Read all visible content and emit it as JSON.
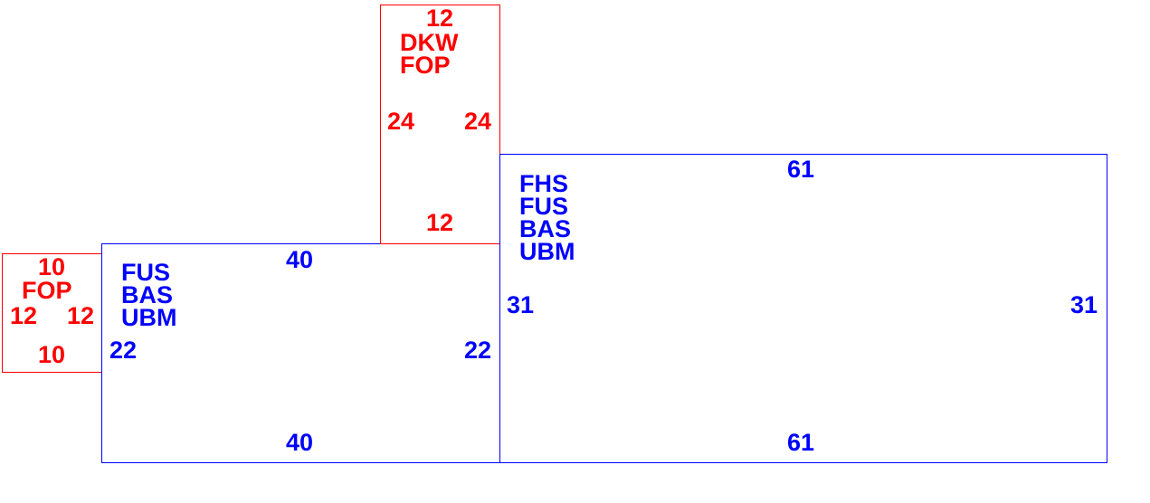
{
  "colors": {
    "red": "#ff0000",
    "blue": "#0000ff"
  },
  "boxes": {
    "small_red": {
      "top": "10",
      "bottom": "10",
      "left": "12",
      "right": "12",
      "labels": [
        "FOP"
      ]
    },
    "left_blue": {
      "top": "40",
      "bottom": "40",
      "left": "22",
      "right": "22",
      "labels": [
        "FUS",
        "BAS",
        "UBM"
      ]
    },
    "top_red": {
      "top": "12",
      "bottom": "12",
      "left": "24",
      "right": "24",
      "labels": [
        "DKW",
        "FOP"
      ]
    },
    "right_blue": {
      "top": "61",
      "bottom": "61",
      "left": "31",
      "right": "31",
      "labels": [
        "FHS",
        "FUS",
        "BAS",
        "UBM"
      ]
    }
  }
}
